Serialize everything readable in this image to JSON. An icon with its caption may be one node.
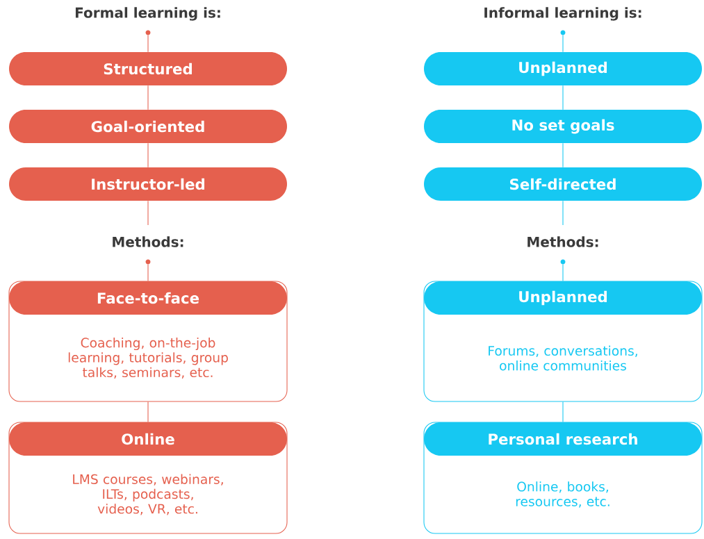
{
  "diagram": {
    "nodes": [
      {
        "text": [
          "Formal learning is:"
        ]
      },
      {
        "text": [],
        "shape": "circle"
      },
      {
        "text": [
          "Structured"
        ]
      },
      {
        "text": [
          "Goal-oriented"
        ]
      },
      {
        "text": [
          "Instructor-led"
        ]
      },
      {
        "text": [
          "Methods:"
        ]
      },
      {
        "text": [],
        "shape": "circle"
      },
      {
        "text": [
          "Face-to-face",
          "Coaching, on-the-job learning, tutorials, group talks, seminars, etc."
        ]
      },
      {
        "text": [
          "Online",
          "LMS courses, webinars, ILTs, podcasts, videos, VR, etc."
        ]
      },
      {
        "text": [
          "Informal learning is:"
        ]
      },
      {
        "text": [],
        "shape": "circle"
      },
      {
        "text": [
          "Unplanned"
        ]
      },
      {
        "text": [
          "No set goals"
        ]
      },
      {
        "text": [
          "Self-directed"
        ]
      },
      {
        "text": [
          "Methods:"
        ]
      },
      {
        "text": [],
        "shape": "circle"
      },
      {
        "text": [
          "Unplanned",
          "Forums, conversations, online communities"
        ]
      },
      {
        "text": [
          "Personal research",
          "Online, books, resources, etc."
        ]
      }
    ],
    "edges": [
      {
        "from": 1,
        "to": 2,
        "arrow": "none",
        "color": "#e5604e"
      },
      {
        "from": 2,
        "to": 3,
        "arrow": "none",
        "color": "#e5604e"
      },
      {
        "from": 3,
        "to": 4,
        "arrow": "none",
        "color": "#e5604e"
      },
      {
        "from": 4,
        "to": 5,
        "arrow": "none",
        "color": "#e5604e"
      },
      {
        "from": 6,
        "to": 7,
        "arrow": "none",
        "color": "#e5604e"
      },
      {
        "from": 7,
        "to": 8,
        "arrow": "none",
        "color": "#e5604e"
      },
      {
        "from": 10,
        "to": 11,
        "arrow": "none",
        "color": "#16c8f2"
      },
      {
        "from": 11,
        "to": 12,
        "arrow": "none",
        "color": "#16c8f2"
      },
      {
        "from": 12,
        "to": 13,
        "arrow": "none",
        "color": "#16c8f2"
      },
      {
        "from": 13,
        "to": 14,
        "arrow": "none",
        "color": "#16c8f2"
      },
      {
        "from": 15,
        "to": 16,
        "arrow": "none",
        "color": "#16c8f2"
      },
      {
        "from": 16,
        "to": 17,
        "arrow": "none",
        "color": "#16c8f2"
      }
    ]
  }
}
